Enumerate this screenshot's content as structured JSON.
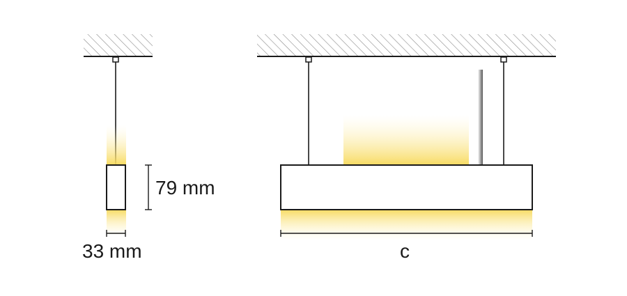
{
  "labels": {
    "height": "79 mm",
    "width": "33 mm",
    "length": "c"
  },
  "colors": {
    "line": "#1a1a1a",
    "hatch": "#8a8a8a",
    "light": "#f7d95a"
  }
}
